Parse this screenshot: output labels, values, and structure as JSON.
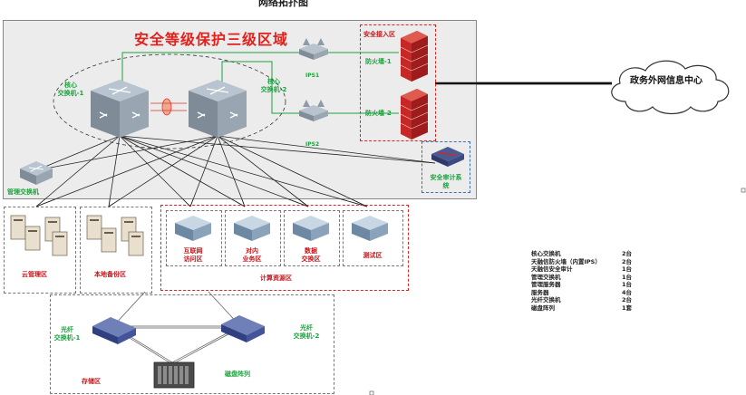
{
  "top_cut_title": "网络拓扑图",
  "zone_title": "安全等级保护三级区域",
  "labels": {
    "core_switch_1": "核心\n交换机-1",
    "core_switch_2": "核心\n交换机-2",
    "ips1": "IPS1",
    "ips2": "IPS2",
    "secure_access": "安全接入区",
    "firewall_1": "防火墙-1",
    "firewall_2": "防火墙-2",
    "mgmt_switch": "管理交换机",
    "audit": "安全审计系\n统",
    "gov_cloud": "政务外网信息中心",
    "cloud_mgmt": "云管理区",
    "backup": "本地备份区",
    "internet_access": "互联网\n访问区",
    "internal_business": "对内\n业务区",
    "data_exchange": "数据\n交换区",
    "test": "测试区",
    "compute_pool": "计算资源区",
    "fiber_switch_1": "光纤\n交换机-1",
    "fiber_switch_2": "光纤\n交换机-2",
    "storage_zone": "存储区",
    "disk_array": "磁盘阵列"
  },
  "inventory": [
    {
      "name": "核心交换机",
      "qty": "2台"
    },
    {
      "name": "天融信防火墙（内置IPS）",
      "qty": "2台"
    },
    {
      "name": "天融信安全审计",
      "qty": "1台"
    },
    {
      "name": "管理交换机",
      "qty": "1台"
    },
    {
      "name": "管理服务器",
      "qty": "1台"
    },
    {
      "name": "服务器",
      "qty": "4台"
    },
    {
      "name": "光纤交换机",
      "qty": "2台"
    },
    {
      "name": "磁盘阵列",
      "qty": "1套"
    }
  ]
}
